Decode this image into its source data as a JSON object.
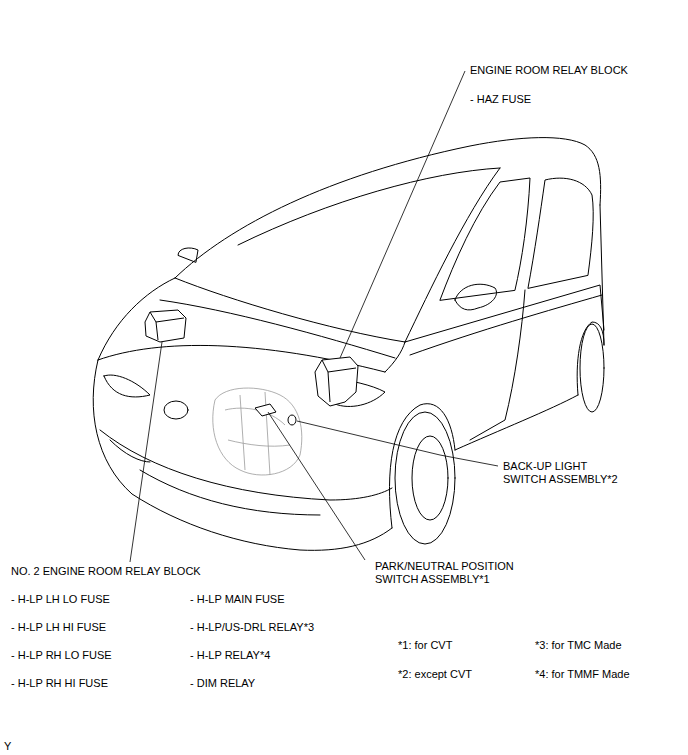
{
  "diagram": {
    "labels": [
      "ENGINE ROOM RELAY BLOCK",
      "- HAZ FUSE",
      "BACK-UP LIGHT SWITCH ASSEMBLY*2",
      "PARK/NEUTRAL POSITION SWITCH ASSEMBLY*1",
      "NO. 2 ENGINE ROOM RELAY BLOCK",
      "- H-LP LH LO FUSE",
      "- H-LP LH HI FUSE",
      "- H-LP RH LO FUSE",
      "- H-LP RH HI FUSE",
      "- H-LP MAIN FUSE",
      "- H-LP/US-DRL RELAY*3",
      "- H-LP RELAY*4",
      "- DIM RELAY",
      "*1: for CVT",
      "*2: except CVT",
      "*3: for TMC Made",
      "*4: for TMMF Made",
      "Y"
    ]
  }
}
